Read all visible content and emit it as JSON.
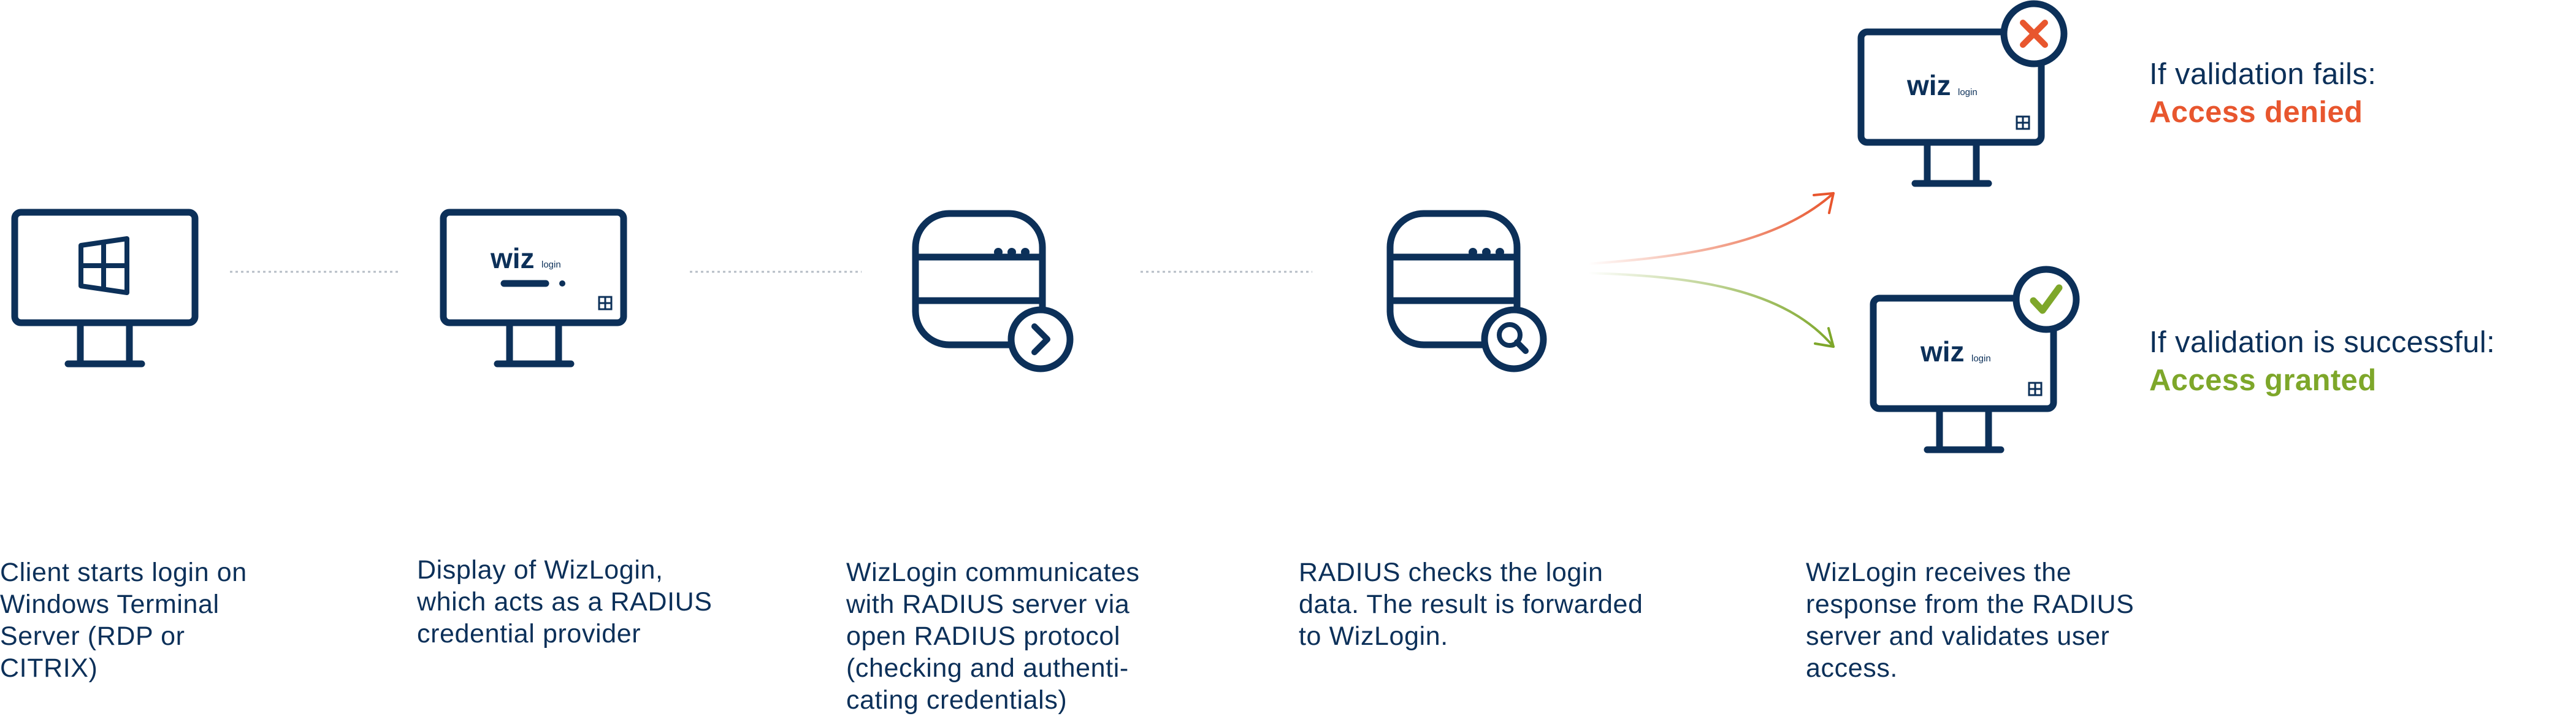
{
  "colors": {
    "navy": "#0c3059",
    "denied": "#e8562e",
    "granted": "#7ea72a",
    "connector": "#b5bcc6",
    "white": "#ffffff"
  },
  "icons": {
    "client": "monitor-windows-icon",
    "wizlogin": "monitor-wizlogin-icon",
    "radius_comm": "database-arrow-icon",
    "radius_check": "database-search-icon",
    "denied": "monitor-cross-icon",
    "granted": "monitor-check-icon"
  },
  "brand": {
    "wiz": "wiz",
    "login": "login"
  },
  "steps": [
    {
      "lines": [
        "Client starts login on",
        "Windows Terminal",
        "Server (RDP or",
        "CITRIX)"
      ]
    },
    {
      "lines": [
        "Display of WizLogin,",
        "which acts as a RADIUS",
        "credential provider"
      ]
    },
    {
      "lines": [
        "WizLogin communicates",
        "with RADIUS server via",
        "open RADIUS protocol",
        "(checking and authenti-",
        "cating credentials)"
      ]
    },
    {
      "lines": [
        "RADIUS checks the login",
        "data. The result is forwarded",
        "to WizLogin."
      ]
    },
    {
      "lines": [
        "WizLogin receives the",
        "response from the RADIUS",
        "server and validates user",
        "access."
      ]
    }
  ],
  "outcomes": {
    "fail": {
      "lead": "If validation fails:",
      "result": "Access denied"
    },
    "success": {
      "lead": "If validation is successful:",
      "result": "Access granted"
    }
  }
}
